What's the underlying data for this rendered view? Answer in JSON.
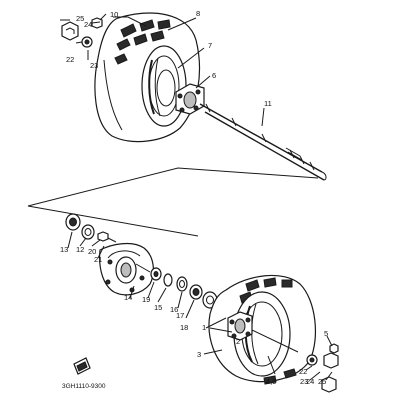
{
  "callouts": {
    "n1": "1",
    "n2": "2",
    "n3": "3",
    "n49": "4,9",
    "n5": "5",
    "n6": "6",
    "n7": "7",
    "n8": "8",
    "n10": "10",
    "n11": "11",
    "n12": "12",
    "n13": "13",
    "n14": "14",
    "n15": "15",
    "n16": "16",
    "n17": "17",
    "n18": "18",
    "n19": "19",
    "n20": "20",
    "n21": "21",
    "n22a": "22",
    "n22b": "22",
    "n23a": "23",
    "n23b": "23",
    "n24a": "24",
    "n24b": "24",
    "n25a": "25",
    "n25b": "25"
  },
  "drawing_code": "3GH1110-9300",
  "colors": {
    "ink": "#1a1a1a",
    "paper": "#ffffff"
  }
}
